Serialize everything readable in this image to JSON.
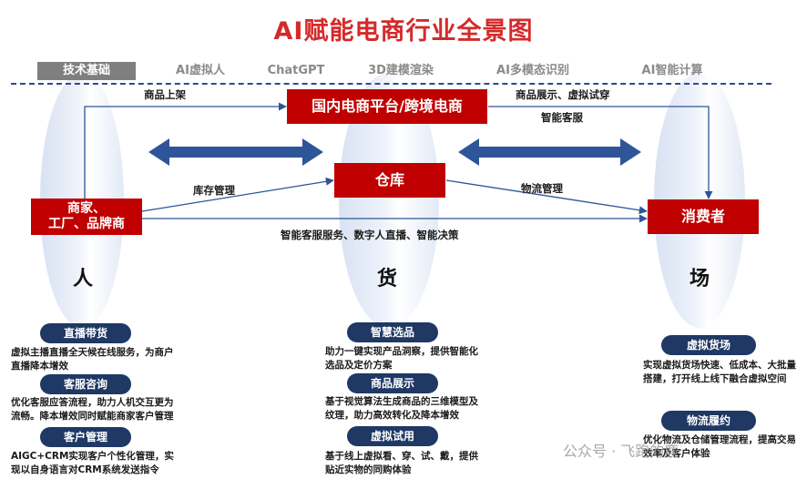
{
  "title": "AI赋能电商行业全景图",
  "tech": [
    "技术基础",
    "AI虚拟人",
    "ChatGPT",
    "3D建模渲染",
    "AI多模态识别",
    "AI智能计算"
  ],
  "nodes": {
    "platform": "国内电商平台/跨境电商",
    "warehouse": "仓库",
    "merchant": "商家、\n工厂、品牌商",
    "consumer": "消费者"
  },
  "flows": {
    "listing": "商品上架",
    "display": "商品展示、虚拟试穿",
    "smart_service": "智能客服",
    "inventory": "库存管理",
    "logistics": "物流管理",
    "bottom": "智能客服服务、数字人直播、智能决策"
  },
  "pillars": {
    "people": "人",
    "goods": "货",
    "place": "场"
  },
  "sections": {
    "people": [
      {
        "tag": "直播带货",
        "text": "虚拟主播直播全天候在线服务，为商户直播降本增效"
      },
      {
        "tag": "客服咨询",
        "text": "优化客服应答流程，助力人机交互更为流畅。降本增效同时赋能商家客户管理"
      },
      {
        "tag": "客户管理",
        "text": "AIGC+CRM实现客户个性化管理，实现以自身语言对CRM系统发送指令"
      }
    ],
    "goods": [
      {
        "tag": "智慧选品",
        "text": "助力一键实现产品洞察，提供智能化选品及定价方案"
      },
      {
        "tag": "商品展示",
        "text": "基于视觉算法生成商品的三维模型及纹理，助力高效转化及降本增效"
      },
      {
        "tag": "虚拟试用",
        "text": "基于线上虚拟看、穿、试、戴，提供贴近实物的同购体验"
      }
    ],
    "place": [
      {
        "tag": "虚拟货场",
        "text": "实现虚拟货场快速、低成本、大批量搭建，打开线上线下融合虚拟空间"
      },
      {
        "tag": "物流履约",
        "text": "优化物流及仓储管理流程，提高交易效率及客户体验"
      }
    ]
  },
  "watermark": "公众号 · 飞跑的鹿",
  "colors": {
    "title": "#d42a2a",
    "box": "#c00000",
    "pill": "#1f3864",
    "arrow": "#2e5597",
    "dash": "#2f4a8a"
  }
}
